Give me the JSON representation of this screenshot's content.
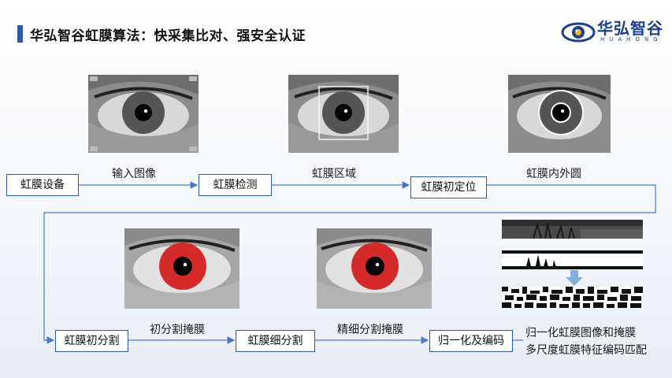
{
  "header": {
    "title": "华弘智谷虹膜算法：快采集比对、强安全认证",
    "accent_color": "#2b5aa8"
  },
  "logo": {
    "name_cn": "华弘智谷",
    "name_en": "HUAHONG",
    "icon": "eye-logo-icon"
  },
  "steps": {
    "row1": [
      {
        "label": "虹膜设备"
      },
      {
        "label": "虹膜检测"
      },
      {
        "label": "虹膜初定位"
      }
    ],
    "row2": [
      {
        "label": "虹膜初分割"
      },
      {
        "label": "虹膜细分割"
      },
      {
        "label": "归一化及编码"
      }
    ]
  },
  "captions": {
    "input_image": "输入图像",
    "iris_region": "虹膜区域",
    "iris_circles": "虹膜内外圆",
    "initial_mask": "初分割掩膜",
    "fine_mask": "精细分割掩膜",
    "result_line1": "归一化虹膜图像和掩膜",
    "result_line2": "多尺度虹膜特征编码匹配"
  },
  "colors": {
    "flow_line": "#4a78c8",
    "mask_red": "#d42a2a"
  }
}
